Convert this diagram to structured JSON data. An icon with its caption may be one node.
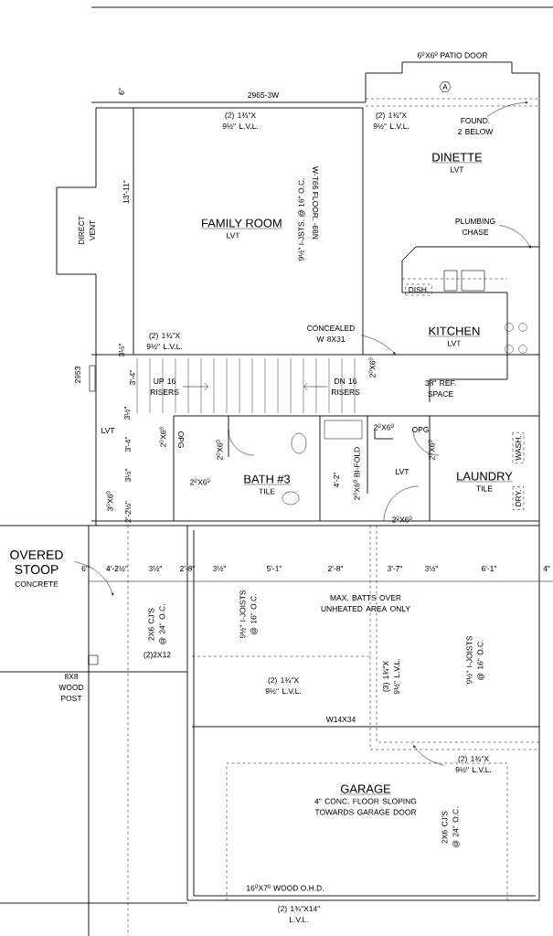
{
  "diagram": {
    "nodes": [
      {
        "text": [
          "FAMILY ROOM",
          "LVT"
        ]
      },
      {
        "text": [
          "DINETTE",
          "LVT"
        ]
      },
      {
        "text": [
          "KITCHEN",
          "LVT"
        ]
      },
      {
        "text": [
          "BATH #3",
          "TILE"
        ]
      },
      {
        "text": [
          "LAUNDRY",
          "TILE"
        ]
      },
      {
        "text": [
          "GARAGE",
          "4\" CONC. FLOOR SLOPING TOWARDS GARAGE DOOR"
        ]
      },
      {
        "text": [
          "OVERED STOOP",
          "CONCRETE"
        ]
      },
      {
        "text": [
          "DIRECT VENT"
        ]
      },
      {
        "text": [
          "FOUND. 2 BELOW"
        ]
      },
      {
        "text": [
          "PLUMBING CHASE"
        ]
      },
      {
        "text": [
          "CONCEALED W 8X31"
        ]
      },
      {
        "text": [
          "(2) 1¾\"X 9½\" L.V.L."
        ]
      },
      {
        "text": [
          "UP 16 RISERS"
        ]
      },
      {
        "text": [
          "DN 16 RISERS"
        ]
      },
      {
        "text": [
          "WASH."
        ]
      },
      {
        "text": [
          "DRY."
        ]
      },
      {
        "text": [
          "DISH."
        ]
      },
      {
        "text": [
          "A"
        ]
      }
    ],
    "edges": [
      {
        "from": 8,
        "to": null,
        "arrow": "to"
      },
      {
        "from": 9,
        "to": null,
        "arrow": "to"
      },
      {
        "from": 10,
        "to": null,
        "arrow": "to"
      },
      {
        "from": 11,
        "to": null,
        "arrow": "to"
      },
      {
        "from": 6,
        "to": null,
        "arrow": "to"
      }
    ],
    "labels": [
      "6$^{0}$X6$^{0}$ PATIO DOOR",
      "2965-3W",
      "(2) 1¾\"X 9½\" L.V.L.",
      "(2) 1¾\"X 9½\" L.V.L.",
      "6\"",
      "13'-11\"",
      "9½\" I-JSTS. @ 16\" O.C.",
      "W-T66 FLOOR. -68N",
      "(2) 1¾\"X 9½\" L.V.L.",
      "3½\"",
      "2953",
      "3'-4\"",
      "3½\"",
      "LVT",
      "3'-4\"",
      "3½\"",
      "3$^{0}$X6$^{0}$",
      "2'-2½\"",
      "2$^{0}$X6$^{0}$",
      "OPG",
      "2$^{0}$X6$^{0}$",
      "2$^{0}$X6$^{0}$",
      "4'-2\"",
      "2$^{0}$X6$^{0}$ BI-FOLD",
      "2$^{0}$X6$^{0}$",
      "38\" REF. SPACE",
      "2$^{0}$X6$^{0}$",
      "OPG",
      "LVT",
      "2$^{0}$X6$^{0}$",
      "2$^{0}$X6$^{0}$",
      "6\"",
      "4'-2½\"",
      "3½\"",
      "2'-8\"",
      "3½\"",
      "5'-1\"",
      "2'-8\"",
      "3'-7\"",
      "3½\"",
      "6'-1\"",
      "4\"",
      "MAX. BATTS OVER UNHEATED AREA ONLY",
      "2X6 CJ'S @ 24\" O.C.",
      "9½\" I-JOISTS @ 16\" O.C.",
      "(2)2X12",
      "8X8 WOOD POST",
      "(2) 1¾\"X 9½\" L.V.L.",
      "(3) 1¾\"X 9½\" L.V.L.",
      "9½\" I-JOISTS @ 16\" O.C.",
      "W14X34",
      "2X6 CJ'S @ 24\" O.C.",
      "16$^{0}$X7$^{0}$ WOOD O.H.D.",
      "(2) 1¾\"X14\" L.V.L."
    ]
  }
}
